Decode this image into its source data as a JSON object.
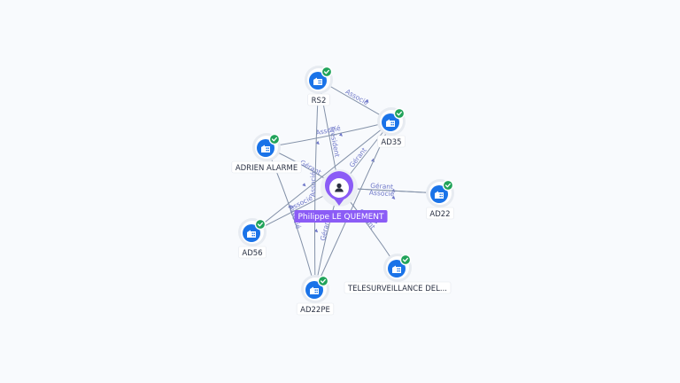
{
  "colors": {
    "company": "#1a73e8",
    "person": "#8b5cf6",
    "verified": "#21a35a",
    "edge": "#8391a8",
    "edge_label": "#6f78c9"
  },
  "center": {
    "name": "Philippe LE QUEMENT",
    "icon": "person-icon"
  },
  "nodes": [
    {
      "id": "rs2",
      "label": "RS2",
      "icon": "building-icon"
    },
    {
      "id": "ad35",
      "label": "AD35",
      "icon": "building-icon"
    },
    {
      "id": "adrien",
      "label": "ADRIEN ALARME",
      "icon": "building-icon"
    },
    {
      "id": "ad22",
      "label": "AD22",
      "icon": "building-icon"
    },
    {
      "id": "ad56",
      "label": "AD56",
      "icon": "building-icon"
    },
    {
      "id": "ad22pe",
      "label": "AD22PE",
      "icon": "building-icon"
    },
    {
      "id": "telesurv",
      "label": "TELESURVEILLANCE DEL...",
      "icon": "building-icon"
    }
  ],
  "edges": [
    {
      "from": "center",
      "to": "rs2",
      "label": "Président"
    },
    {
      "from": "center",
      "to": "ad35",
      "label": "Gérant"
    },
    {
      "from": "center",
      "to": "adrien",
      "label": "Gérant"
    },
    {
      "from": "center",
      "to": "ad22",
      "label": "Gérant"
    },
    {
      "from": "center",
      "to": "ad22",
      "label": "Associé"
    },
    {
      "from": "center",
      "to": "ad56",
      "label": "Associé"
    },
    {
      "from": "center",
      "to": "ad22pe",
      "label": "Gérant"
    },
    {
      "from": "center",
      "to": "telesurv",
      "label": "Gérant"
    },
    {
      "from": "rs2",
      "to": "ad35",
      "label": "Associé"
    },
    {
      "from": "adrien",
      "to": "ad35",
      "label": "Associé"
    },
    {
      "from": "rs2",
      "to": "ad22pe",
      "label": "Associé"
    },
    {
      "from": "adrien",
      "to": "ad22pe",
      "label": "Associé"
    },
    {
      "from": "ad56",
      "to": "ad35",
      "label": ""
    },
    {
      "from": "ad22pe",
      "to": "ad35",
      "label": ""
    }
  ]
}
